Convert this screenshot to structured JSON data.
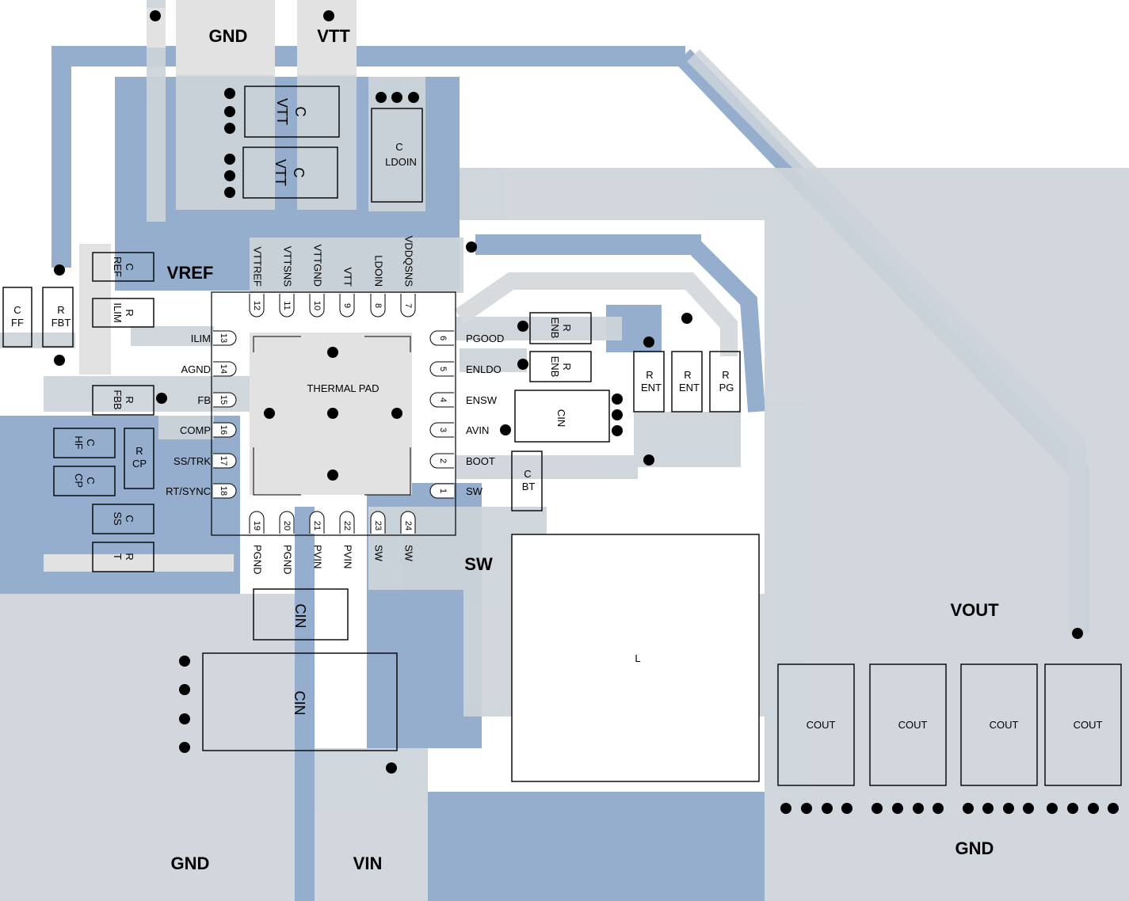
{
  "net_labels": {
    "gnd_top": "GND",
    "vtt": "VTT",
    "vref": "VREF",
    "sw": "SW",
    "vout": "VOUT",
    "gnd_bottom_left": "GND",
    "vin": "VIN",
    "gnd_bottom_right": "GND"
  },
  "ic": {
    "thermal_pad": "THERMAL PAD",
    "pins_left": [
      {
        "num": "13",
        "name": "ILIM"
      },
      {
        "num": "14",
        "name": "AGND"
      },
      {
        "num": "15",
        "name": "FB"
      },
      {
        "num": "16",
        "name": "COMP"
      },
      {
        "num": "17",
        "name": "SS/TRK"
      },
      {
        "num": "18",
        "name": "RT/SYNC"
      }
    ],
    "pins_right": [
      {
        "num": "6",
        "name": "PGOOD"
      },
      {
        "num": "5",
        "name": "ENLDO"
      },
      {
        "num": "4",
        "name": "ENSW"
      },
      {
        "num": "3",
        "name": "AVIN"
      },
      {
        "num": "2",
        "name": "BOOT"
      },
      {
        "num": "1",
        "name": "SW"
      }
    ],
    "pins_top": [
      {
        "num": "12",
        "name": "VTTREF"
      },
      {
        "num": "11",
        "name": "VTTSNS"
      },
      {
        "num": "10",
        "name": "VTTGND"
      },
      {
        "num": "9",
        "name": "VTT"
      },
      {
        "num": "8",
        "name": "LDOIN"
      },
      {
        "num": "7",
        "name": "VDDQSNS"
      }
    ],
    "pins_bottom": [
      {
        "num": "19",
        "name": "PGND"
      },
      {
        "num": "20",
        "name": "PGND"
      },
      {
        "num": "21",
        "name": "PVIN"
      },
      {
        "num": "22",
        "name": "PVIN"
      },
      {
        "num": "23",
        "name": "SW"
      },
      {
        "num": "24",
        "name": "SW"
      }
    ]
  },
  "components": {
    "c_vtt_1": [
      "C",
      "VTT"
    ],
    "c_vtt_2": [
      "C",
      "VTT"
    ],
    "c_ldoin": [
      "C",
      "LDOIN"
    ],
    "c_ref": [
      "C",
      "REF"
    ],
    "r_ilim": [
      "R",
      "ILIM"
    ],
    "c_ff": [
      "C",
      "FF"
    ],
    "r_fbt": [
      "R",
      "FBT"
    ],
    "r_fbb": [
      "R",
      "FBB"
    ],
    "c_hf": [
      "C",
      "HF"
    ],
    "r_cp": [
      "R",
      "CP"
    ],
    "c_cp": [
      "C",
      "CP"
    ],
    "c_ss": [
      "C",
      "SS"
    ],
    "r_t": [
      "R",
      "T"
    ],
    "r_enb_1": [
      "R",
      "ENB"
    ],
    "r_enb_2": [
      "R",
      "ENB"
    ],
    "r_ent_1": [
      "R",
      "ENT"
    ],
    "r_ent_2": [
      "R",
      "ENT"
    ],
    "r_pg": [
      "R",
      "PG"
    ],
    "cin_small": "CIN",
    "c_bt": [
      "C",
      "BT"
    ],
    "cin_mid": "CIN",
    "cin_big": "CIN",
    "inductor": "L",
    "cout": [
      "COUT",
      "COUT",
      "COUT",
      "COUT"
    ]
  },
  "colors": {
    "copper_blue": "#95aecd",
    "copper_gray": "#cdd4da",
    "silk_light": "#e2e2e2",
    "outline": "#000000",
    "background": "#ffffff"
  }
}
